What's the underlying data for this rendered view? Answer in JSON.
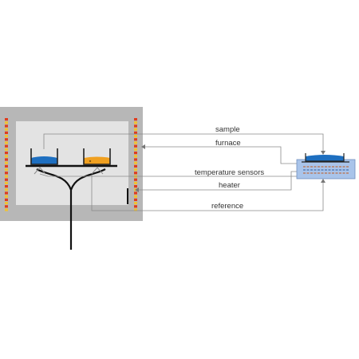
{
  "labels": {
    "sample": "sample",
    "furnace": "furnace",
    "temperature_sensors": "temperature sensors",
    "heater": "heater",
    "reference": "reference"
  },
  "colors": {
    "furnace_outer": "#b7b7b7",
    "furnace_inner": "#e3e3e3",
    "heater_red": "#e03c1e",
    "heater_yellow": "#f2c230",
    "sample_fill": "#1e6fc0",
    "reference_fill": "#f0a020",
    "connector_lines": "#777777",
    "controller_box": "#a9c4ea"
  },
  "icons": {
    "heater_dot": "dot",
    "connector_arrow": "arrowhead"
  }
}
